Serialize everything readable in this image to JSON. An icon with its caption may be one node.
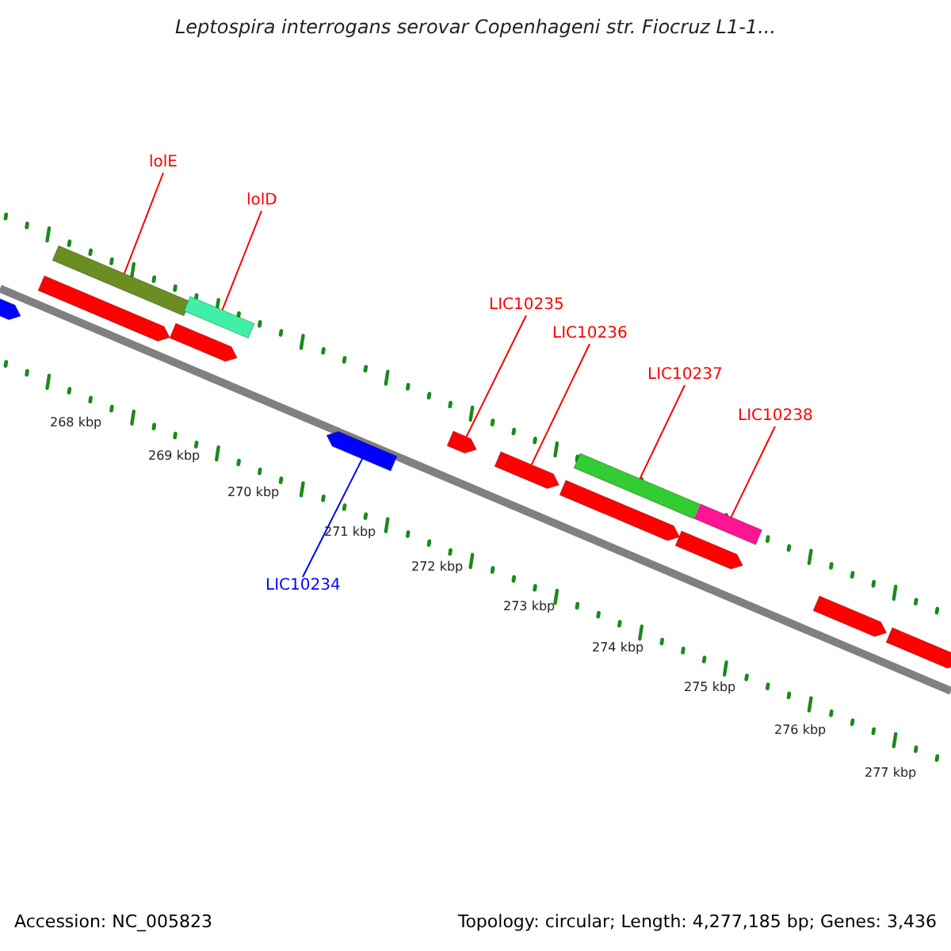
{
  "diagram": {
    "title": "Leptospira interrogans serovar Copenhageni str. Fiocruz L1-1...",
    "nodes": [
      {
        "text": [
          "lolE"
        ]
      },
      {
        "text": [
          "lolD"
        ]
      },
      {
        "text": [
          "LIC10235"
        ]
      },
      {
        "text": [
          "LIC10236"
        ]
      },
      {
        "text": [
          "LIC10237"
        ]
      },
      {
        "text": [
          "LIC10238"
        ]
      },
      {
        "text": [
          "LIC10234"
        ]
      },
      {
        "text": [],
        "shape": "arrow"
      },
      {
        "text": [],
        "shape": "arrow"
      },
      {
        "text": [],
        "shape": "bar"
      },
      {
        "text": [],
        "shape": "arrow"
      },
      {
        "text": [],
        "shape": "bar"
      },
      {
        "text": [],
        "shape": "arrow"
      },
      {
        "text": [],
        "shape": "arrow"
      },
      {
        "text": [],
        "shape": "arrow"
      },
      {
        "text": [],
        "shape": "arrow"
      },
      {
        "text": [],
        "shape": "bar"
      },
      {
        "text": [],
        "shape": "arrow"
      },
      {
        "text": [],
        "shape": "bar"
      },
      {
        "text": [],
        "shape": "arrow"
      },
      {
        "text": [],
        "shape": "arrow"
      }
    ],
    "edges": [
      {
        "from": 0,
        "to": 9,
        "arrow": "none"
      },
      {
        "from": 1,
        "to": 11,
        "arrow": "none"
      },
      {
        "from": 2,
        "to": 13,
        "arrow": "none"
      },
      {
        "from": 3,
        "to": 14,
        "arrow": "none"
      },
      {
        "from": 4,
        "to": 16,
        "arrow": "none"
      },
      {
        "from": 5,
        "to": 18,
        "arrow": "none"
      },
      {
        "from": 6,
        "to": 12,
        "arrow": "none",
        "color": "#0000ff"
      }
    ],
    "labels": [
      "268 kbp",
      "269 kbp",
      "270 kbp",
      "271 kbp",
      "272 kbp",
      "273 kbp",
      "274 kbp",
      "275 kbp",
      "276 kbp",
      "277 kbp",
      "Accession: NC_005823",
      "Topology: circular; Length: 4,277,185 bp; Genes: 3,436"
    ]
  }
}
